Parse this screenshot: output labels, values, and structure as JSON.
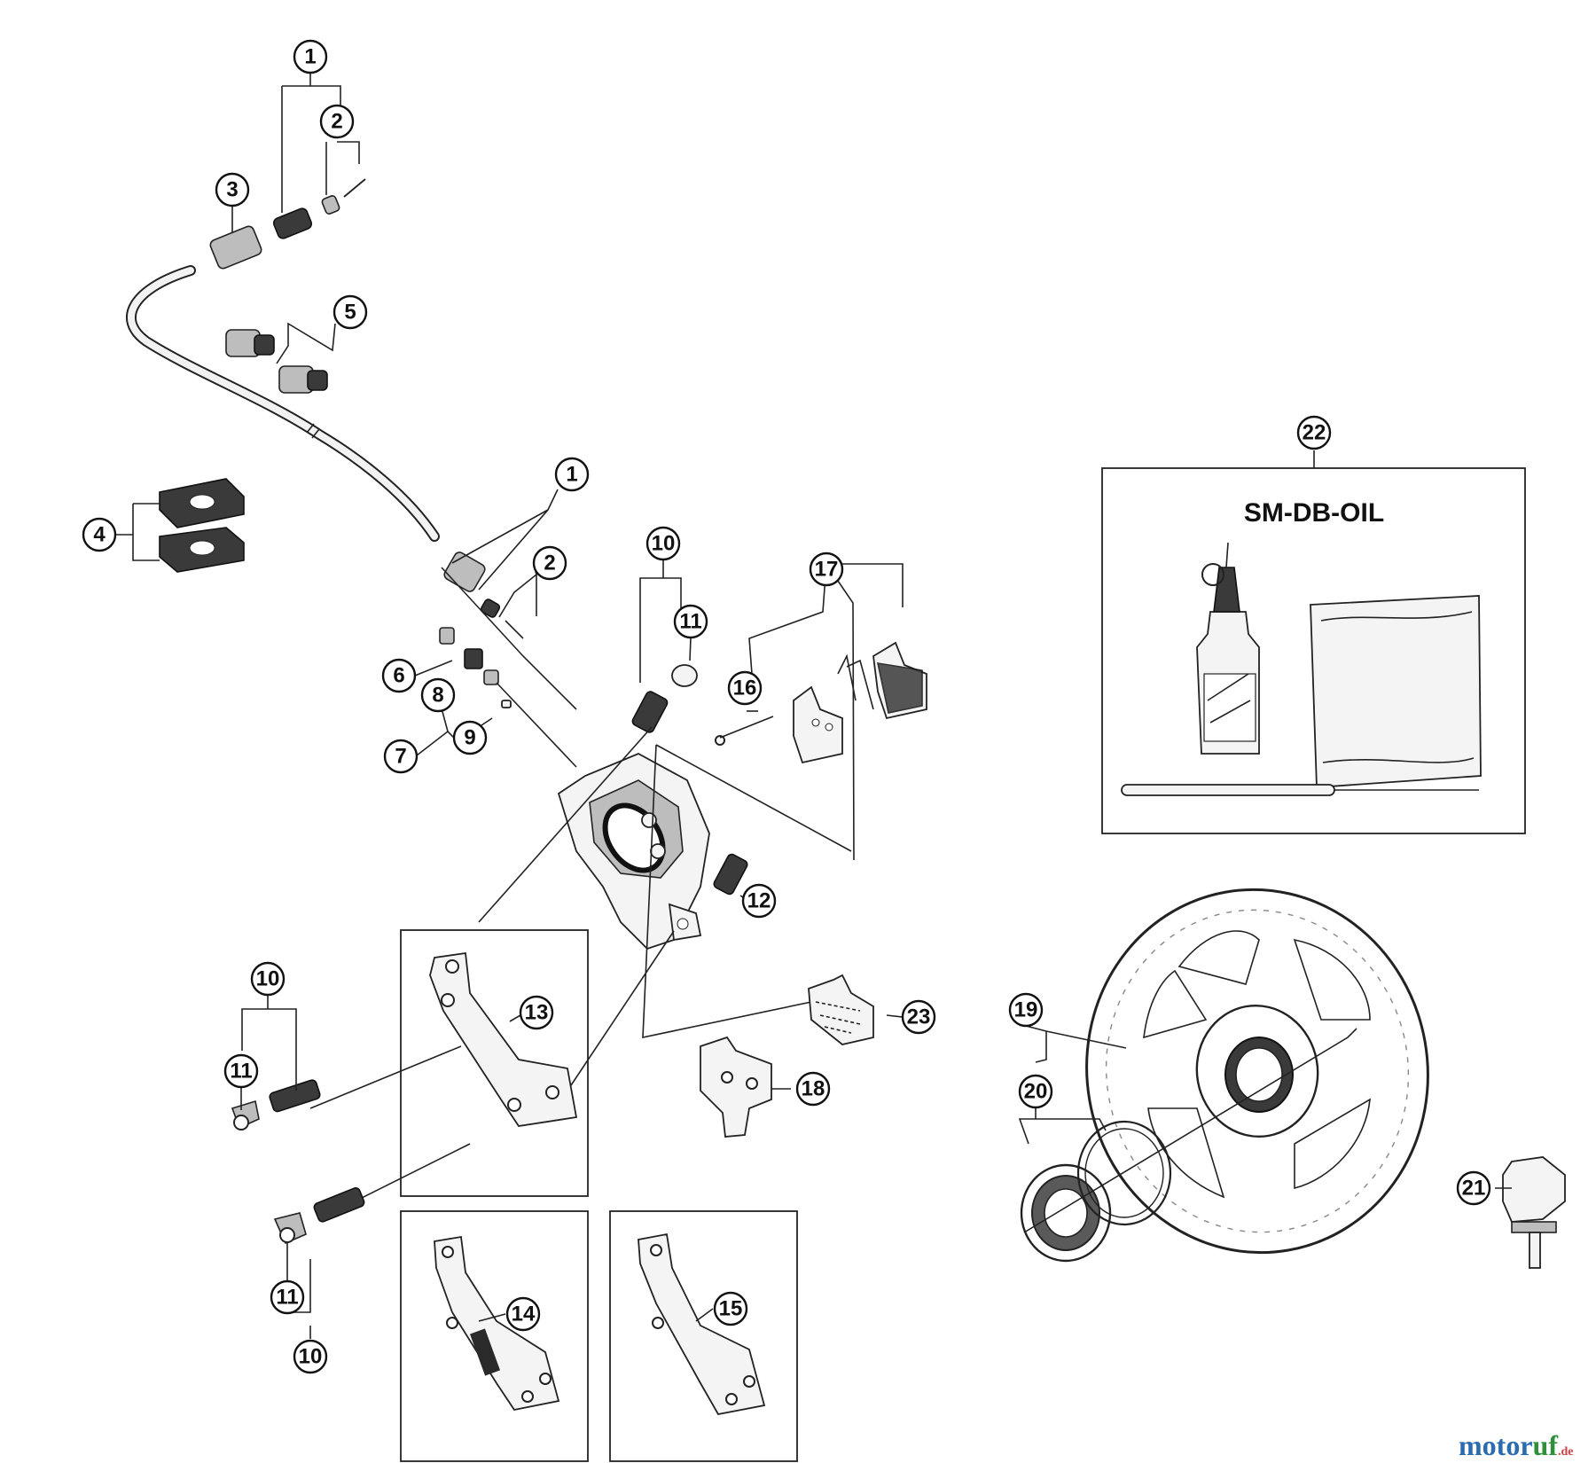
{
  "callouts": [
    "1",
    "2",
    "3",
    "4",
    "5",
    "1",
    "2",
    "10",
    "11",
    "17",
    "6",
    "8",
    "7",
    "9",
    "16",
    "12",
    "22",
    "10",
    "11",
    "13",
    "23",
    "19",
    "18",
    "20",
    "21",
    "11",
    "10",
    "14",
    "15"
  ],
  "oil_kit": {
    "title": "SM-DB-OIL"
  },
  "watermark": {
    "part1": "motor",
    "part2": "uf",
    "part3": ".de"
  }
}
